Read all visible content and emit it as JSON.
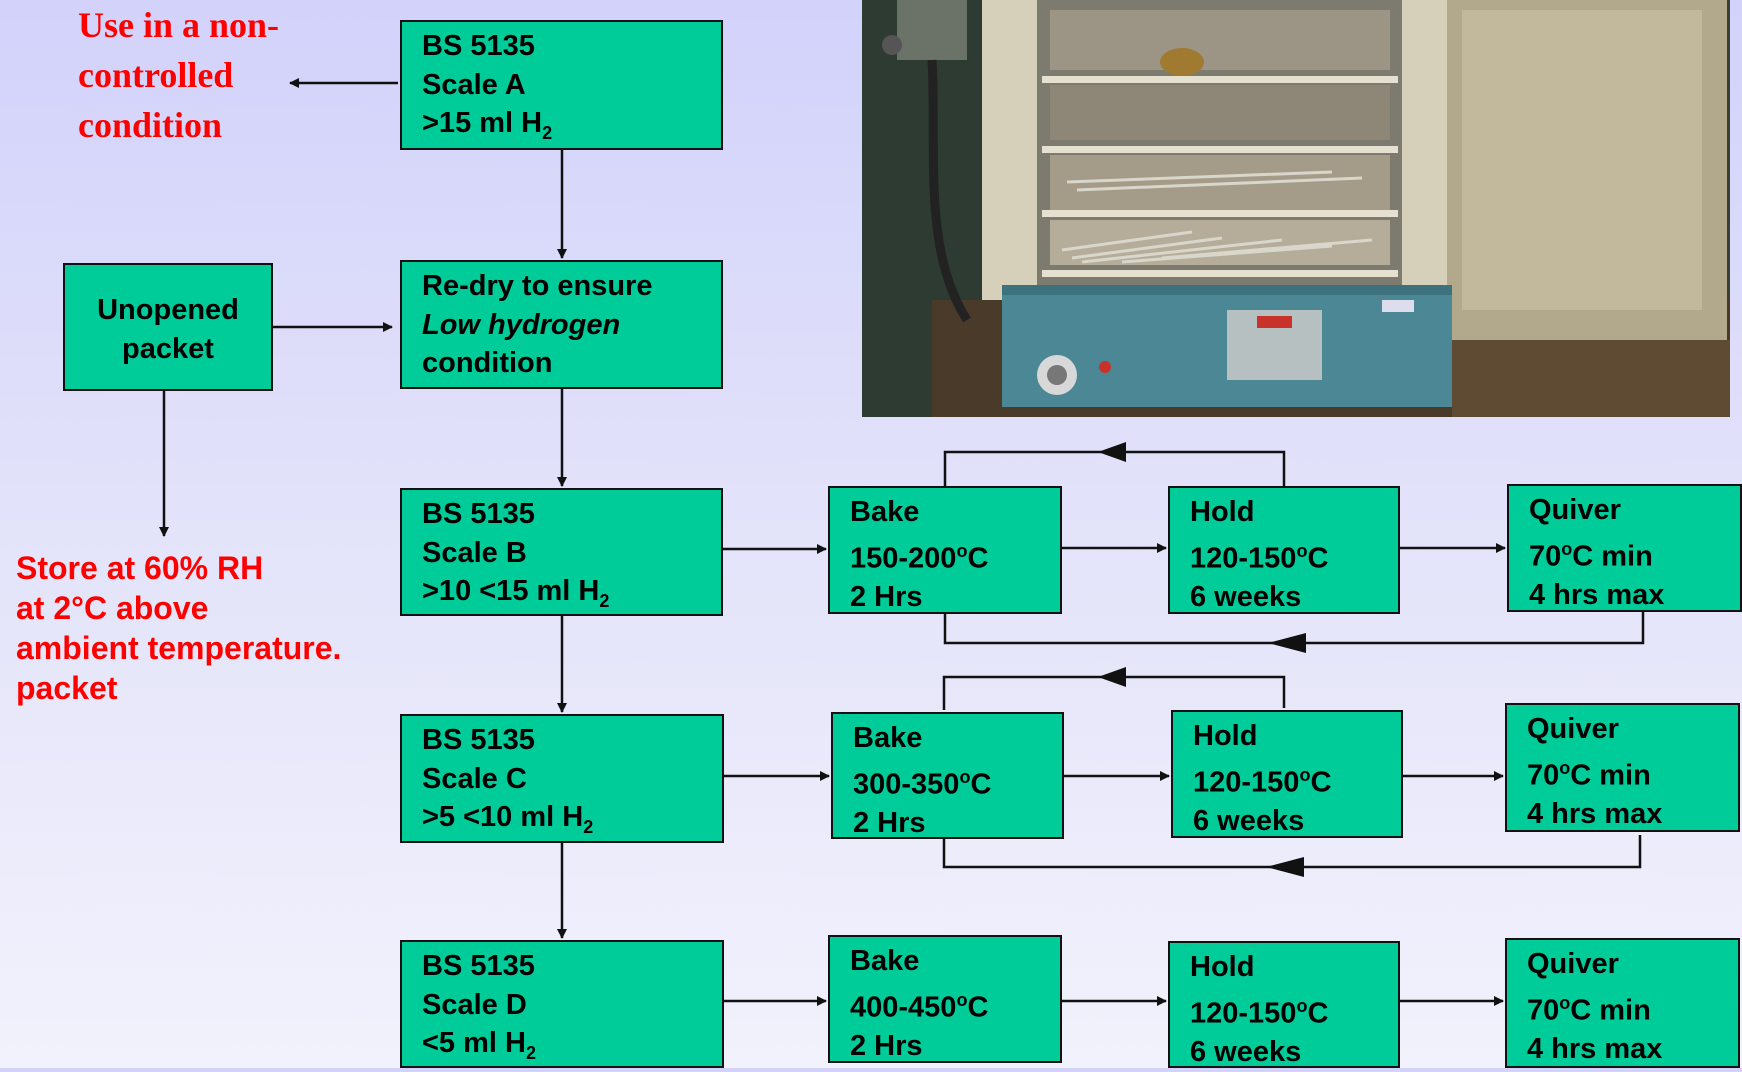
{
  "notes": {
    "non_controlled": [
      "Use in a non-",
      "controlled",
      "condition"
    ],
    "storage": [
      "Store at 60% RH",
      "at 2°C above",
      "ambient temperature.",
      "packet"
    ]
  },
  "boxes": {
    "scale_a": {
      "line1": "BS 5135",
      "line2": "Scale A",
      "line3_main": ">15 ml H",
      "line3_sub": "2"
    },
    "redry": {
      "line1": "Re-dry to ensure",
      "line2": "Low hydrogen",
      "line3": "condition"
    },
    "unopened": {
      "line1": "Unopened",
      "line2": "packet"
    },
    "scale_b": {
      "line1": "BS 5135",
      "line2": "Scale B",
      "line3_main": ">10 <15 ml H",
      "line3_sub": "2"
    },
    "scale_c": {
      "line1": "BS 5135",
      "line2": "Scale C",
      "line3_main": ">5 <10 ml H",
      "line3_sub": "2"
    },
    "scale_d": {
      "line1": "BS 5135",
      "line2": "Scale D",
      "line3_main": "<5 ml H",
      "line3_sub": "2"
    },
    "bake_b": {
      "label": "Bake",
      "temp": "150-200",
      "deg": "o",
      "unit": "C",
      "time": "2 Hrs"
    },
    "hold_b": {
      "label": "Hold",
      "temp": "120-150",
      "deg": "o",
      "unit": "C",
      "time": "6 weeks"
    },
    "quiver_b": {
      "label": "Quiver",
      "temp": "70",
      "deg": "o",
      "unit": "C min",
      "time": "4 hrs max"
    },
    "bake_c": {
      "label": "Bake",
      "temp": "300-350",
      "deg": "o",
      "unit": "C",
      "time": "2 Hrs"
    },
    "hold_c": {
      "label": "Hold",
      "temp": "120-150",
      "deg": "o",
      "unit": "C",
      "time": "6 weeks"
    },
    "quiver_c": {
      "label": "Quiver",
      "temp": "70",
      "deg": "o",
      "unit": "C min",
      "time": "4 hrs max"
    },
    "bake_d": {
      "label": "Bake",
      "temp": "400-450",
      "deg": "o",
      "unit": "C",
      "time": "2 Hrs"
    },
    "hold_d": {
      "label": "Hold",
      "temp": "120-150",
      "deg": "o",
      "unit": "C",
      "time": "6 weeks"
    },
    "quiver_d": {
      "label": "Quiver",
      "temp": "70",
      "deg": "o",
      "unit": "C min",
      "time": "4 hrs max"
    }
  },
  "photo": {
    "subject": "electrode-drying-oven"
  },
  "colors": {
    "box_fill": "#00cc99",
    "note_text": "#ff0000",
    "line": "#111111"
  }
}
